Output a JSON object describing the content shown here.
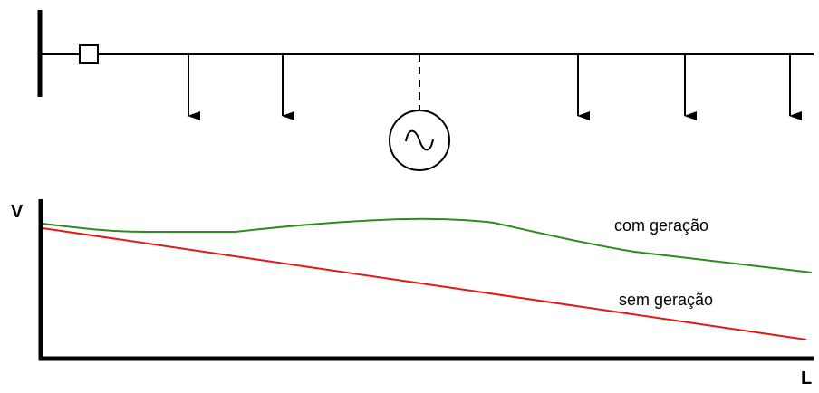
{
  "diagram": {
    "axis": {
      "y_label": "V",
      "x_label": "L"
    },
    "curves": [
      {
        "key": "with",
        "label": "com geração",
        "color": "#2e8b1e"
      },
      {
        "key": "without",
        "label": "sem geração",
        "color": "#e01818"
      }
    ],
    "feeder": {
      "loads_count": 5,
      "generator_symbol": "~"
    }
  }
}
